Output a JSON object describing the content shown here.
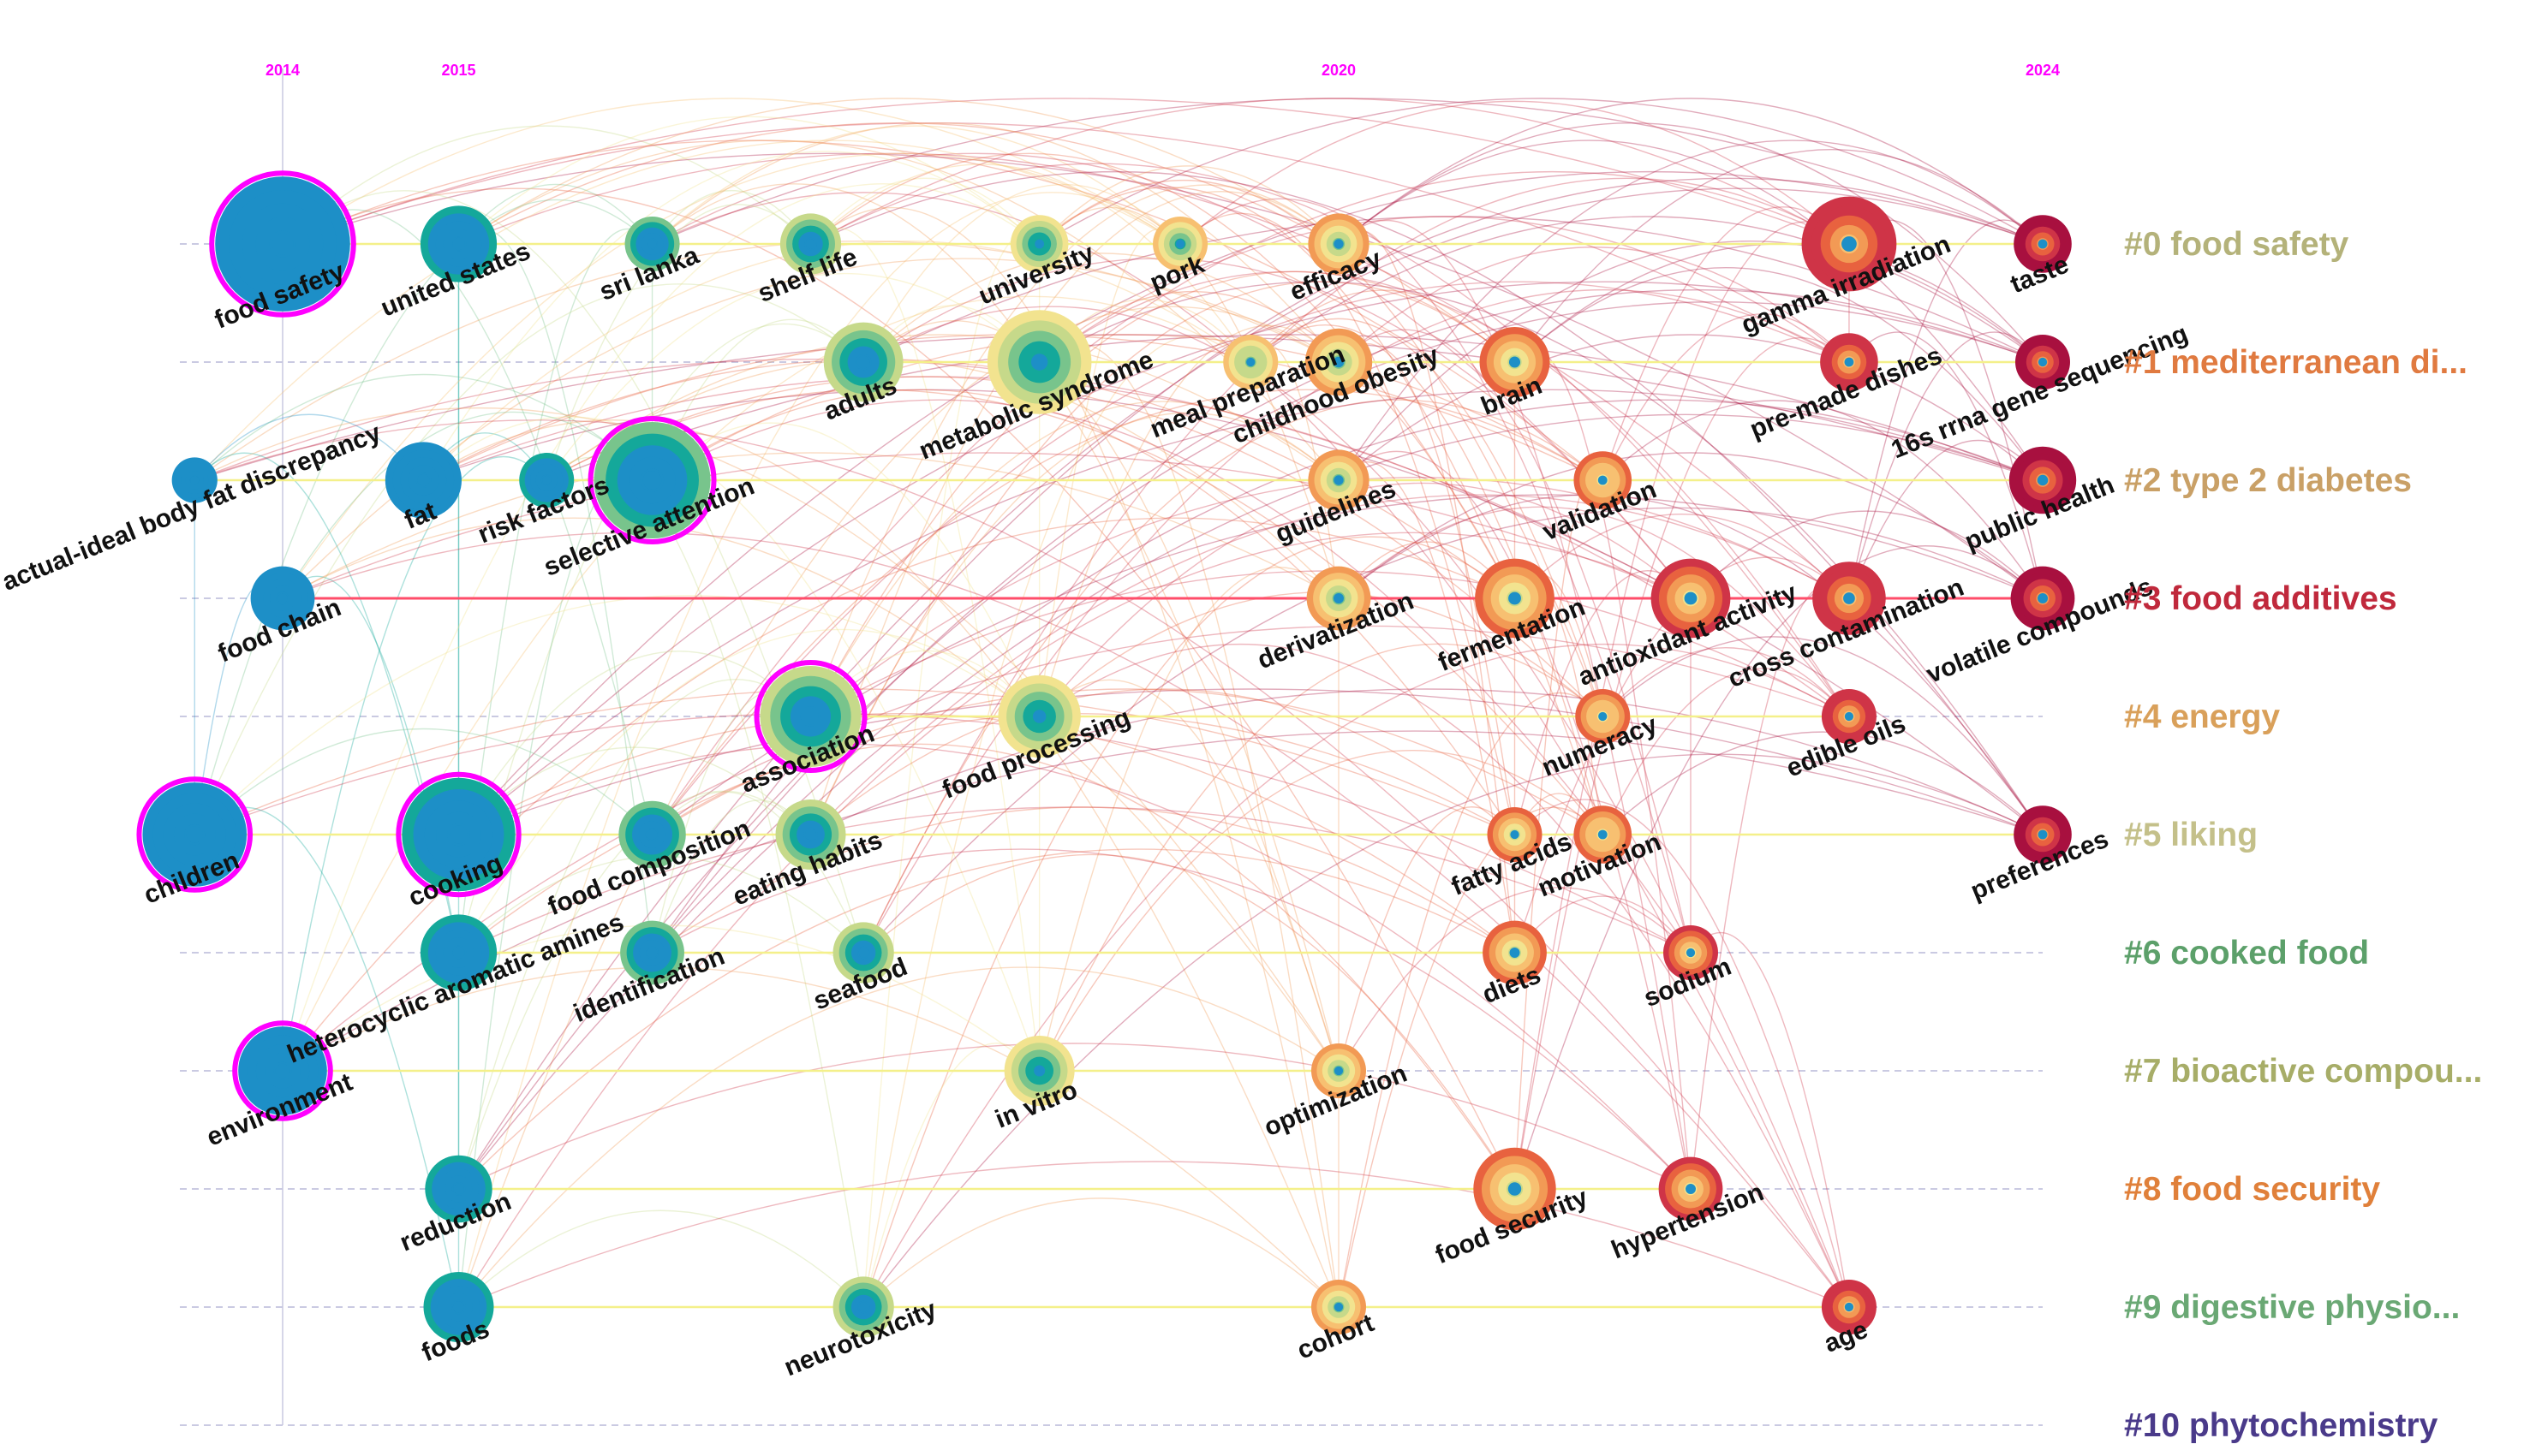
{
  "years": [
    {
      "label": "2014",
      "value": 2014
    },
    {
      "label": "2015",
      "value": 2015
    },
    {
      "label": "2020",
      "value": 2020
    },
    {
      "label": "2024",
      "value": 2024
    }
  ],
  "clusters": [
    {
      "id": 0,
      "label": "#0 food safety",
      "color": "#b4b27a"
    },
    {
      "id": 1,
      "label": "#1 mediterranean di...",
      "color": "#e07a40"
    },
    {
      "id": 2,
      "label": "#2 type 2 diabetes",
      "color": "#c9a066"
    },
    {
      "id": 3,
      "label": "#3 food additives",
      "color": "#c0293c"
    },
    {
      "id": 4,
      "label": "#4 energy",
      "color": "#d9a05a"
    },
    {
      "id": 5,
      "label": "#5 liking",
      "color": "#c4c08a"
    },
    {
      "id": 6,
      "label": "#6 cooked food",
      "color": "#5ca06a"
    },
    {
      "id": 7,
      "label": "#7 bioactive compou...",
      "color": "#a7ad68"
    },
    {
      "id": 8,
      "label": "#8 food security",
      "color": "#e0803a"
    },
    {
      "id": 9,
      "label": "#9 digestive physio...",
      "color": "#6aa874"
    },
    {
      "id": 10,
      "label": "#10 phytochemistry",
      "color": "#4a3a8a"
    }
  ],
  "keywords": [
    {
      "label": "food safety",
      "cluster": 0,
      "year": 2014,
      "size": 3.6,
      "burst": true
    },
    {
      "label": "united states",
      "cluster": 0,
      "year": 2015,
      "size": 1.7
    },
    {
      "label": "sri lanka",
      "cluster": 0,
      "year": 2016.1,
      "size": 1.0
    },
    {
      "label": "shelf life",
      "cluster": 0,
      "year": 2017.0,
      "size": 1.2
    },
    {
      "label": "university",
      "cluster": 0,
      "year": 2018.3,
      "size": 1.1
    },
    {
      "label": "pork",
      "cluster": 0,
      "year": 2019.1,
      "size": 1.0
    },
    {
      "label": "efficacy",
      "cluster": 0,
      "year": 2020,
      "size": 1.2
    },
    {
      "label": "gamma irradiation",
      "cluster": 0,
      "year": 2022.9,
      "size": 2.3
    },
    {
      "label": "taste",
      "cluster": 0,
      "year": 2024,
      "size": 1.1
    },
    {
      "label": "adults",
      "cluster": 1,
      "year": 2017.3,
      "size": 1.8
    },
    {
      "label": "metabolic syndrome",
      "cluster": 1,
      "year": 2018.3,
      "size": 2.6
    },
    {
      "label": "meal preparation",
      "cluster": 1,
      "year": 2019.5,
      "size": 1.0
    },
    {
      "label": "childhood obesity",
      "cluster": 1,
      "year": 2020.0,
      "size": 1.4
    },
    {
      "label": "brain",
      "cluster": 1,
      "year": 2021.0,
      "size": 1.5
    },
    {
      "label": "pre-made dishes",
      "cluster": 1,
      "year": 2022.9,
      "size": 1.1
    },
    {
      "label": "16s rrna gene sequencing",
      "cluster": 1,
      "year": 2024,
      "size": 1.0
    },
    {
      "label": "actual-ideal body fat discrepancy",
      "cluster": 2,
      "year": 2013.5,
      "size": 0.7
    },
    {
      "label": "fat",
      "cluster": 2,
      "year": 2014.8,
      "size": 1.7
    },
    {
      "label": "risk factors",
      "cluster": 2,
      "year": 2015.5,
      "size": 1.0
    },
    {
      "label": "selective attention",
      "cluster": 2,
      "year": 2016.1,
      "size": 3.0,
      "burst": true
    },
    {
      "label": "guidelines",
      "cluster": 2,
      "year": 2020,
      "size": 1.2
    },
    {
      "label": "validation",
      "cluster": 2,
      "year": 2021.5,
      "size": 1.1
    },
    {
      "label": "public health",
      "cluster": 2,
      "year": 2024,
      "size": 1.4
    },
    {
      "label": "food chain",
      "cluster": 3,
      "year": 2014,
      "size": 1.3
    },
    {
      "label": "derivatization",
      "cluster": 3,
      "year": 2020,
      "size": 1.3
    },
    {
      "label": "fermentation",
      "cluster": 3,
      "year": 2021.0,
      "size": 1.8
    },
    {
      "label": "antioxidant activity",
      "cluster": 3,
      "year": 2022.0,
      "size": 1.8
    },
    {
      "label": "cross contamination",
      "cluster": 3,
      "year": 2022.9,
      "size": 1.6
    },
    {
      "label": "volatile compounds",
      "cluster": 3,
      "year": 2024,
      "size": 1.3
    },
    {
      "label": "association",
      "cluster": 4,
      "year": 2017.0,
      "size": 2.5,
      "burst": true
    },
    {
      "label": "food processing",
      "cluster": 4,
      "year": 2018.3,
      "size": 1.9
    },
    {
      "label": "numeracy",
      "cluster": 4,
      "year": 2021.5,
      "size": 1.0
    },
    {
      "label": "edible oils",
      "cluster": 4,
      "year": 2022.9,
      "size": 1.0
    },
    {
      "label": "children",
      "cluster": 5,
      "year": 2013.5,
      "size": 2.6,
      "burst": true
    },
    {
      "label": "cooking",
      "cluster": 5,
      "year": 2015,
      "size": 2.9,
      "burst": true
    },
    {
      "label": "food composition",
      "cluster": 5,
      "year": 2016.1,
      "size": 1.4
    },
    {
      "label": "eating habits",
      "cluster": 5,
      "year": 2017.0,
      "size": 1.5
    },
    {
      "label": "fatty acids",
      "cluster": 5,
      "year": 2021.0,
      "size": 1.0
    },
    {
      "label": "motivation",
      "cluster": 5,
      "year": 2021.5,
      "size": 1.1
    },
    {
      "label": "preferences",
      "cluster": 5,
      "year": 2024,
      "size": 1.1
    },
    {
      "label": "heterocyclic aromatic amines",
      "cluster": 6,
      "year": 2015,
      "size": 1.7
    },
    {
      "label": "identification",
      "cluster": 6,
      "year": 2016.1,
      "size": 1.3
    },
    {
      "label": "seafood",
      "cluster": 6,
      "year": 2017.3,
      "size": 1.2
    },
    {
      "label": "diets",
      "cluster": 6,
      "year": 2021.0,
      "size": 1.3
    },
    {
      "label": "sodium",
      "cluster": 6,
      "year": 2022.0,
      "size": 1.0
    },
    {
      "label": "environment",
      "cluster": 7,
      "year": 2014,
      "size": 2.1,
      "burst": true
    },
    {
      "label": "in vitro",
      "cluster": 7,
      "year": 2018.3,
      "size": 1.5
    },
    {
      "label": "optimization",
      "cluster": 7,
      "year": 2020,
      "size": 1.0
    },
    {
      "label": "reduction",
      "cluster": 8,
      "year": 2015,
      "size": 1.4
    },
    {
      "label": "food security",
      "cluster": 8,
      "year": 2021.0,
      "size": 1.9
    },
    {
      "label": "hypertension",
      "cluster": 8,
      "year": 2022.0,
      "size": 1.3
    },
    {
      "label": "foods",
      "cluster": 9,
      "year": 2015,
      "size": 1.5
    },
    {
      "label": "neurotoxicity",
      "cluster": 9,
      "year": 2017.3,
      "size": 1.2
    },
    {
      "label": "cohort",
      "cluster": 9,
      "year": 2020,
      "size": 1.0
    },
    {
      "label": "age",
      "cluster": 9,
      "year": 2022.9,
      "size": 1.0
    }
  ]
}
